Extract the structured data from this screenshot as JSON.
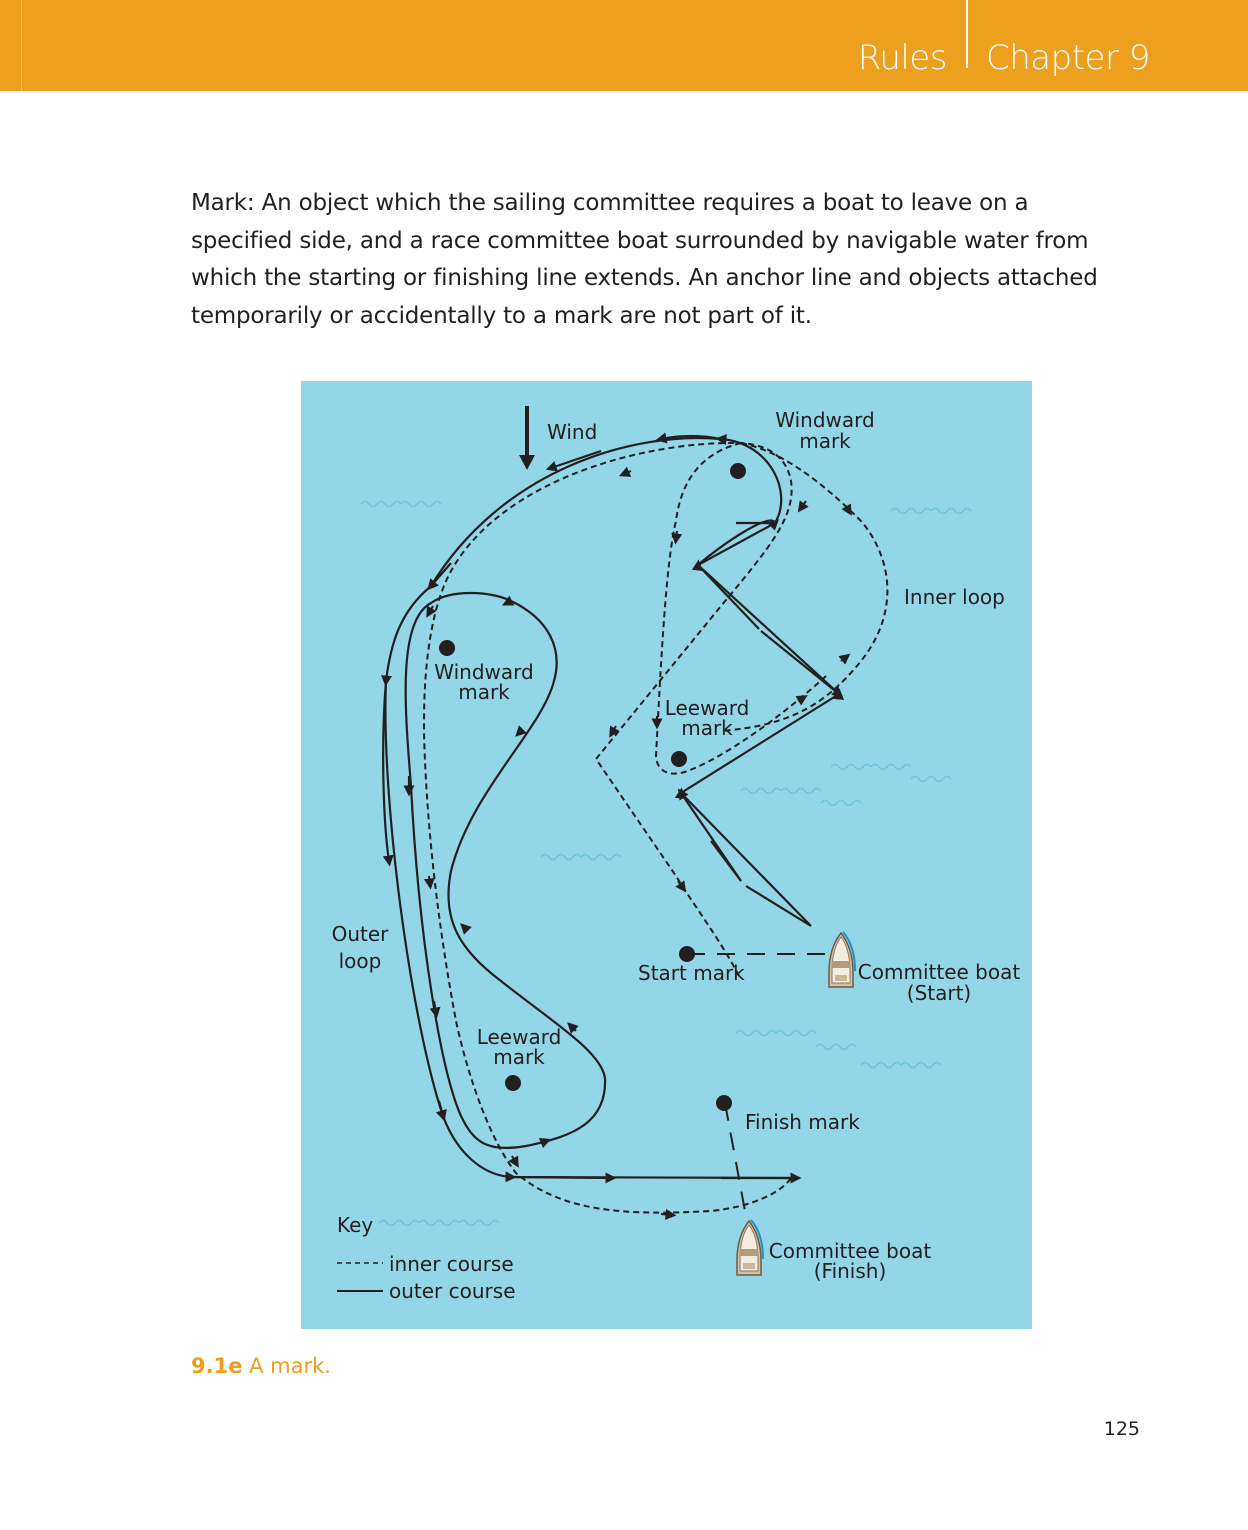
{
  "header": {
    "section": "Rules",
    "chapter": "Chapter 9",
    "bar_color": "#ed9f1e"
  },
  "body": {
    "paragraph": "Mark: An object which the sailing committee requires a boat to leave on a specified side, and a race committee boat surrounded by navigable water from which the starting or finishing line extends. An anchor line and objects attached temporarily or accidentally to a mark are not part of it."
  },
  "figure": {
    "background_color": "#93d6e7",
    "labels": {
      "wind": "Wind",
      "windward_mark_inner_1": "Windward",
      "windward_mark_inner_2": "mark",
      "inner_loop": "Inner loop",
      "windward_mark_outer_1": "Windward",
      "windward_mark_outer_2": "mark",
      "leeward_mark_inner_1": "Leeward",
      "leeward_mark_inner_2": "mark",
      "outer_loop_1": "Outer",
      "outer_loop_2": "loop",
      "start_mark": "Start mark",
      "committee_start_1": "Committee boat",
      "committee_start_2": "(Start)",
      "leeward_mark_outer_1": "Leeward",
      "leeward_mark_outer_2": "mark",
      "finish_mark": "Finish mark",
      "committee_finish_1": "Committee boat",
      "committee_finish_2": "(Finish)",
      "key": "Key",
      "key_inner": "inner course",
      "key_outer": "outer course"
    },
    "icons": [
      "wind-arrow-icon",
      "committee-boat-icon",
      "mark-buoy-icon",
      "wave-icon"
    ]
  },
  "caption": {
    "number": "9.1e",
    "text": "A mark."
  },
  "page_number": "125"
}
